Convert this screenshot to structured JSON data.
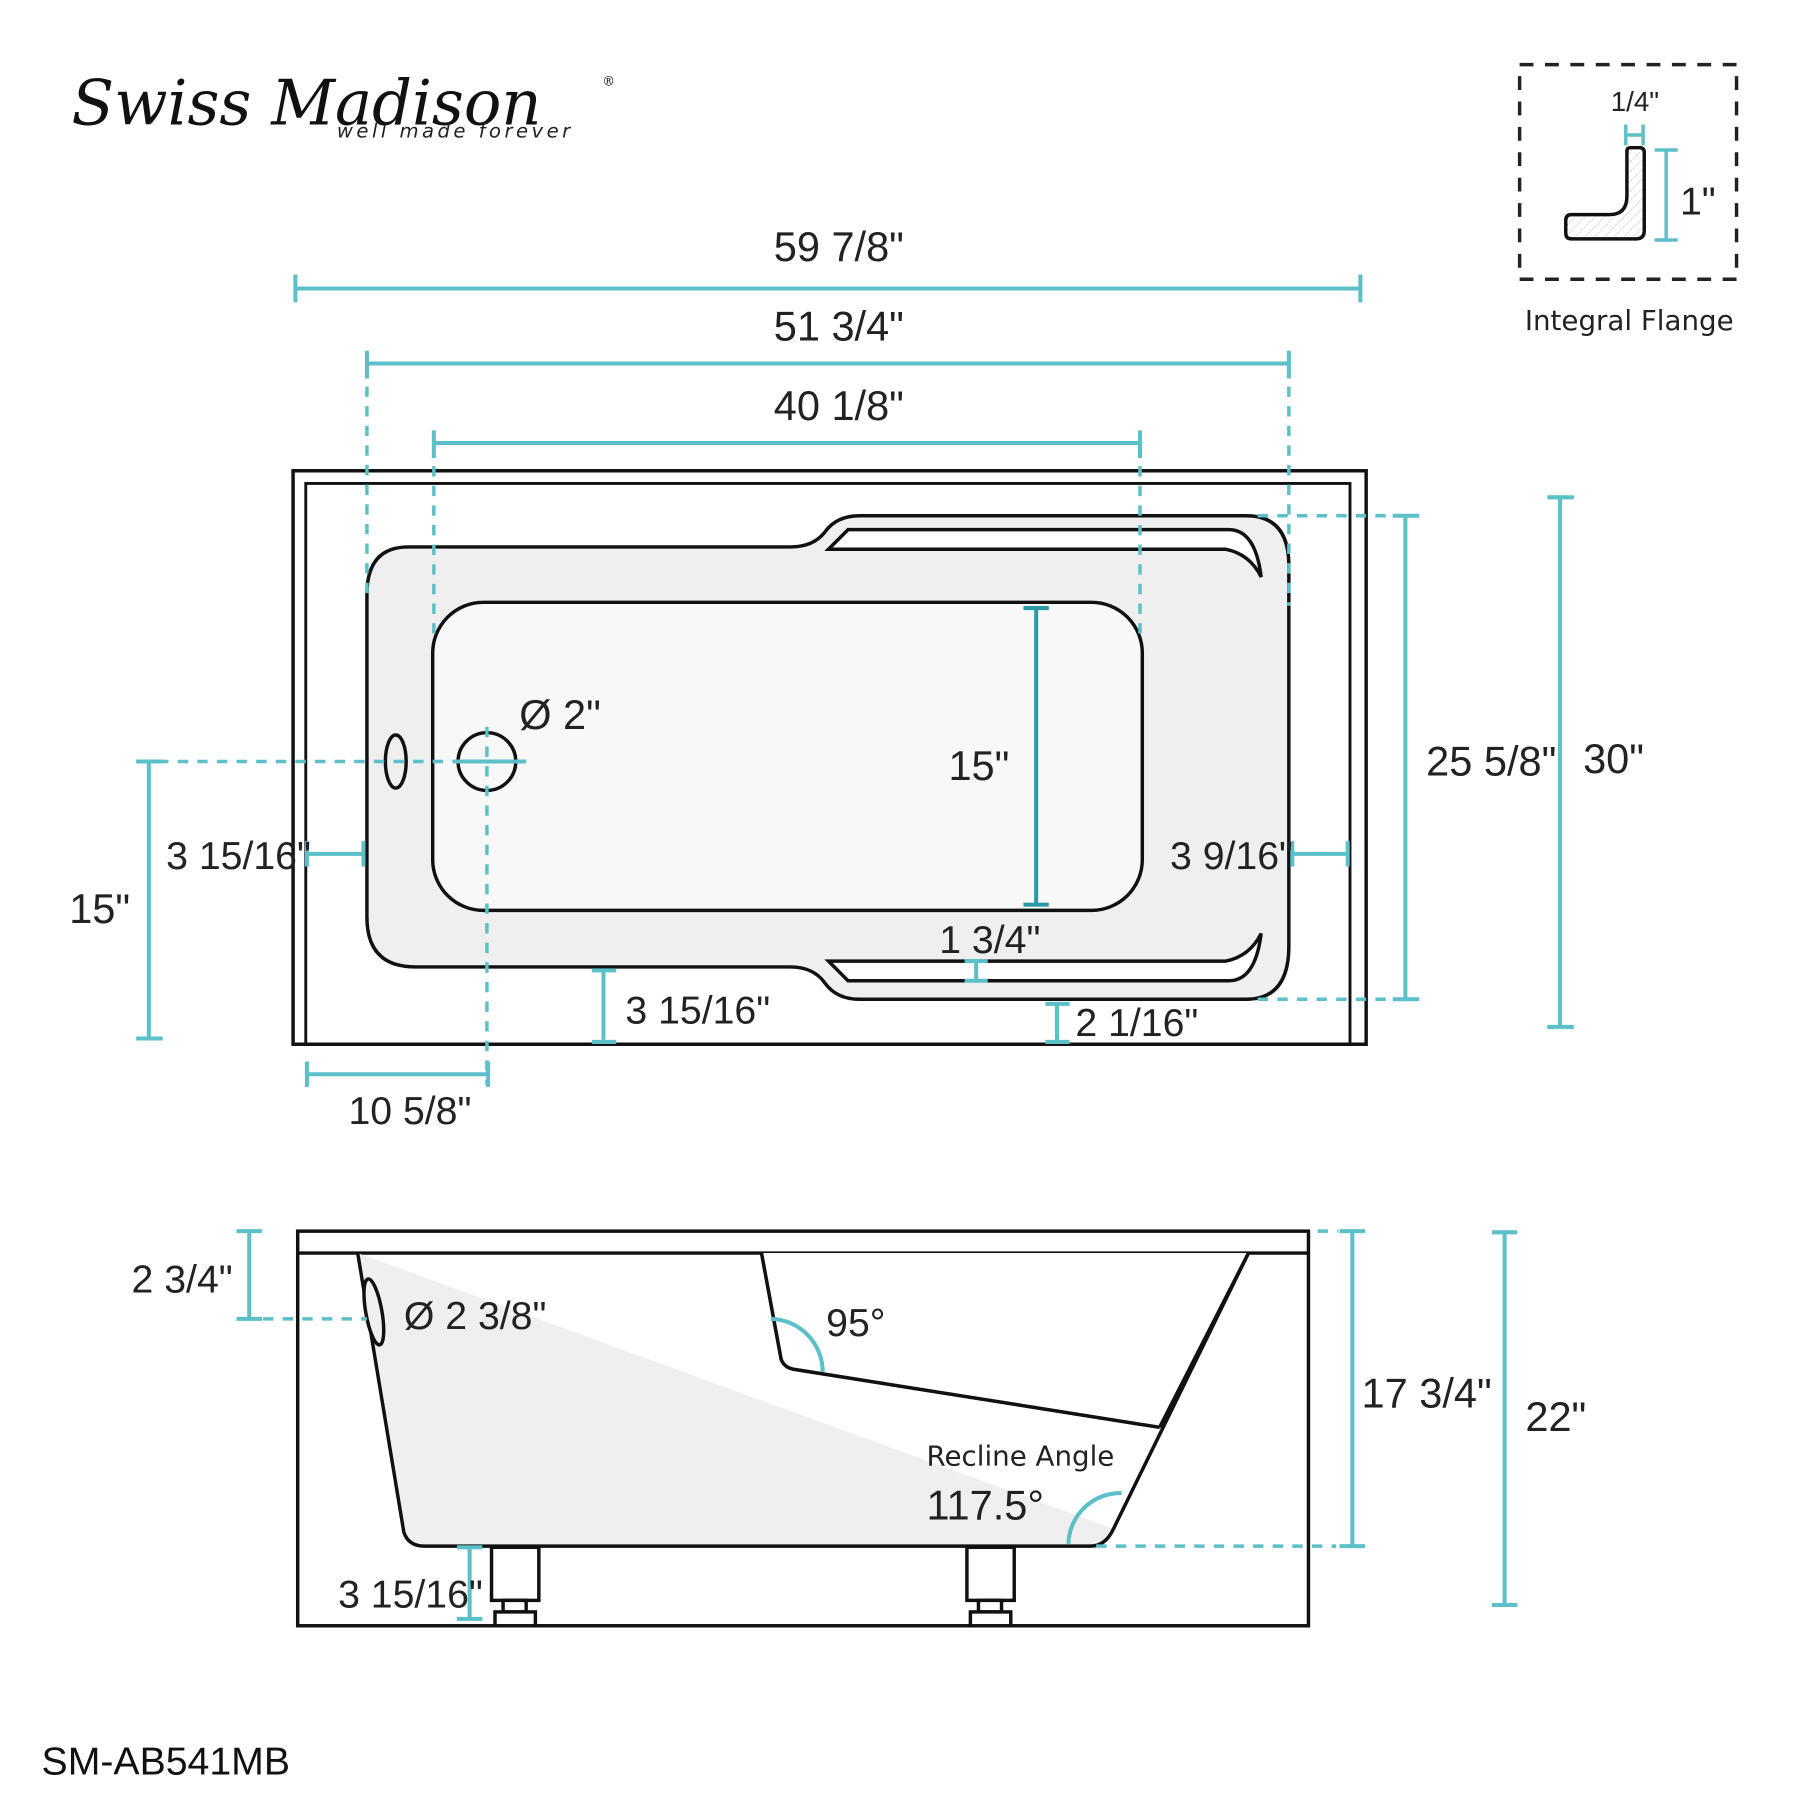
{
  "brand": {
    "name": "Swiss Madison",
    "registered": "®",
    "tagline": "well made forever"
  },
  "model_number": "SM-AB541MB",
  "colors": {
    "dimension": "#5bc0c8",
    "outline": "#111111",
    "fill": "#efefef",
    "basin": "#f8f8f8"
  },
  "flange": {
    "title": "Integral Flange",
    "thickness": "1/4\"",
    "height": "1\""
  },
  "top_view": {
    "overall_length": "59 7/8\"",
    "rim_length": "51 3/4\"",
    "basin_length": "40 1/8\"",
    "overall_width": "30\"",
    "rim_width": "25 5/8\"",
    "basin_width": "15\"",
    "drain_diameter": "Ø 2\"",
    "drain_from_wall": "15\"",
    "drain_from_end": "10 5/8\"",
    "left_apron_gap": "3 15/16\"",
    "right_apron_gap": "3 9/16\"",
    "front_gap_left": "3 15/16\"",
    "front_gap_right": "2 1/16\"",
    "armrest_gap": "1 3/4\""
  },
  "side_view": {
    "overflow_drop": "2 3/4\"",
    "overflow_diameter": "Ø 2 3/8\"",
    "backrest_angle": "95°",
    "recline_label": "Recline Angle",
    "recline_angle": "117.5°",
    "interior_depth": "17 3/4\"",
    "overall_height": "22\"",
    "foot_height": "3 15/16\""
  }
}
